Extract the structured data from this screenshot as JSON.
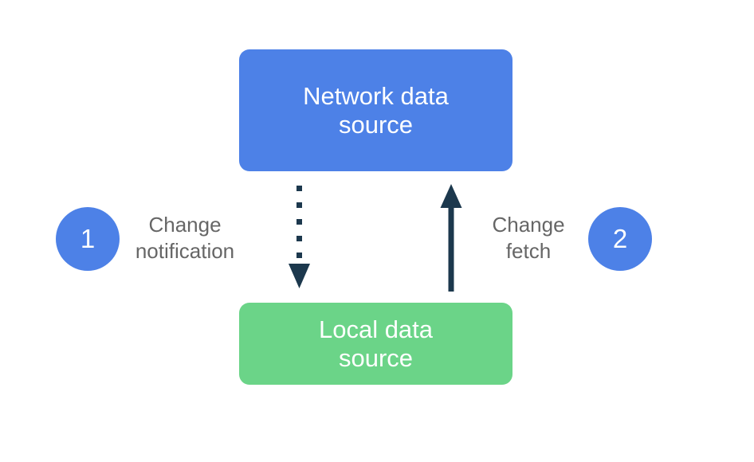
{
  "boxes": {
    "network": {
      "label": "Network data\nsource",
      "color": "#4D81E7"
    },
    "local": {
      "label": "Local data\nsource",
      "color": "#6BD488"
    }
  },
  "steps": {
    "one": {
      "badge": "1",
      "label": "Change\nnotification"
    },
    "two": {
      "badge": "2",
      "label": "Change\nfetch"
    }
  },
  "arrows": {
    "change_notification": {
      "style": "dotted",
      "direction": "down",
      "from": "Network data source",
      "to": "Local data source"
    },
    "change_fetch": {
      "style": "solid",
      "direction": "up",
      "from": "Local data source",
      "to": "Network data source"
    }
  },
  "colors": {
    "box_blue": "#4D81E7",
    "box_green": "#6BD488",
    "badge_blue": "#4D81E7",
    "arrow_navy": "#1C384D",
    "label_gray": "#666666",
    "text_white": "#FFFFFF",
    "background": "#FFFFFF"
  }
}
